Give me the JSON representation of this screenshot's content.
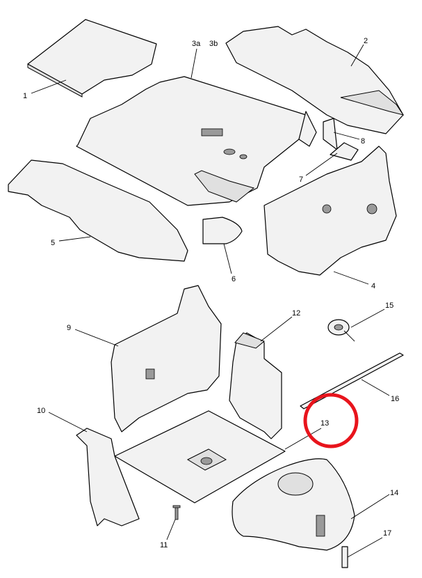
{
  "diagram": {
    "labels": {
      "p1": "1",
      "p3a": "3a",
      "p3b": "3b",
      "p2": "2",
      "p8": "8",
      "p7": "7",
      "p5": "5",
      "p6": "6",
      "p4": "4",
      "p9": "9",
      "p12": "12",
      "p15": "15",
      "p16": "16",
      "p13": "13",
      "p10": "10",
      "p14": "14",
      "p11": "11",
      "p17": "17"
    },
    "highlight_color": "#e8141c"
  }
}
